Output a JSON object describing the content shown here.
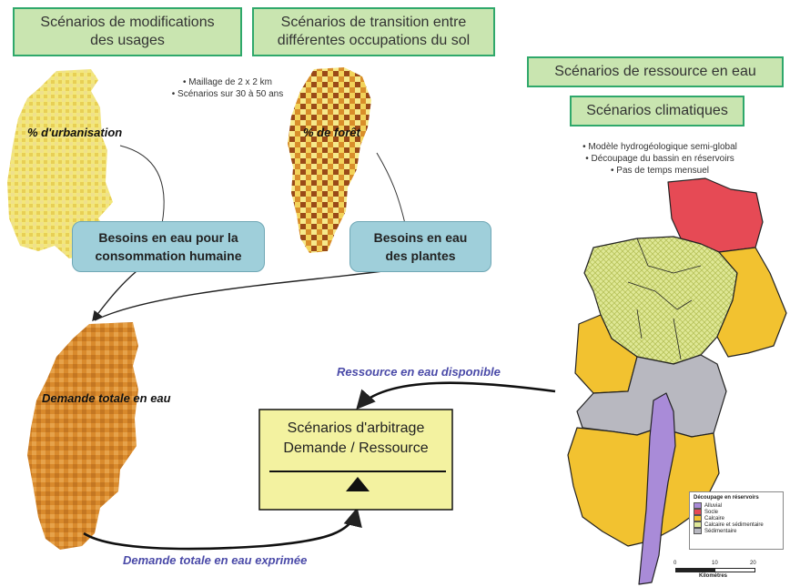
{
  "header": {
    "usages": [
      "Scénarios de modifications",
      "des usages"
    ],
    "transition": [
      "Scénarios de transition entre",
      "différentes occupations du sol"
    ],
    "ressource": "Scénarios de ressource en eau",
    "climatiques": "Scénarios climatiques"
  },
  "notes_left": [
    "• Maillage de 2 x 2 km",
    "• Scénarios sur 30 à 50 ans"
  ],
  "notes_right": [
    "• Modèle hydrogéologique semi-global",
    "• Découpage du bassin en réservoirs",
    "• Pas de temps mensuel"
  ],
  "maps": {
    "urbanisation": "% d'urbanisation",
    "foret": "% de forêt",
    "demande": "Demande totale en eau"
  },
  "needs": {
    "humaine": [
      "Besoins en eau pour la",
      "consommation humaine"
    ],
    "plantes": [
      "Besoins en eau",
      "des plantes"
    ]
  },
  "arbitrage": [
    "Scénarios d'arbitrage",
    "Demande / Ressource"
  ],
  "flows": {
    "ressource": "Ressource en eau disponible",
    "demande": "Demande totale en eau exprimée"
  },
  "legend": {
    "title": "Découpage en réservoirs",
    "items": [
      {
        "label": "Alluvial",
        "color": "#a98bd8"
      },
      {
        "label": "Socle",
        "color": "#e64a55"
      },
      {
        "label": "Calcaire",
        "color": "#f2c230"
      },
      {
        "label": "Calcaire et sédimentaire",
        "color": "#e0e89a"
      },
      {
        "label": "Sédimentaire",
        "color": "#b8b8c0"
      }
    ],
    "scale": [
      "0",
      "10",
      "20"
    ],
    "unit": "Kilomètres"
  },
  "colors": {
    "green_fill": "#c9e5b0",
    "green_border": "#2fa86b",
    "blue_fill": "#9fcfda",
    "flow_text": "#4a4aa8",
    "arbitrage_fill": "#f3f2a0"
  }
}
